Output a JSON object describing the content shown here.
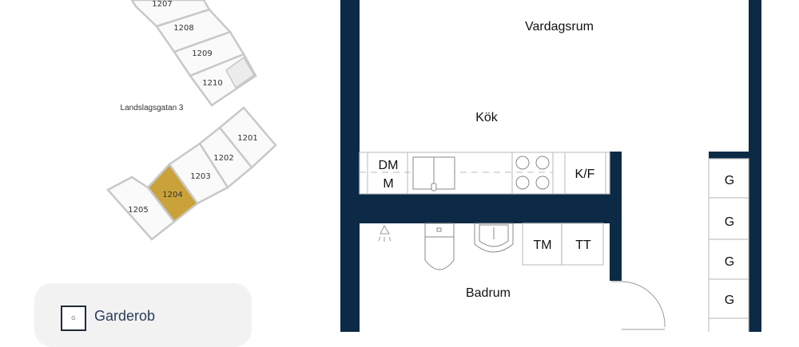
{
  "site_map": {
    "street_label": "Landslagsgatan 3",
    "selected_unit": "1204",
    "selected_color": "#c9a23a",
    "units": [
      {
        "id": "1207"
      },
      {
        "id": "1208"
      },
      {
        "id": "1209"
      },
      {
        "id": "1210"
      },
      {
        "id": "1201"
      },
      {
        "id": "1202"
      },
      {
        "id": "1203"
      },
      {
        "id": "1204"
      },
      {
        "id": "1205"
      }
    ]
  },
  "floor_plan": {
    "wall_color": "#0c2a45",
    "rooms": {
      "living": "Vardagsrum",
      "kitchen": "Kök",
      "bathroom": "Badrum"
    },
    "fixtures": {
      "dishwasher_line1": "DM",
      "dishwasher_line2": "M",
      "fridge_freezer": "K/F",
      "washer": "TM",
      "dryer": "TT",
      "wardrobe": [
        "G",
        "G",
        "G",
        "G"
      ]
    }
  },
  "legend": {
    "items": [
      {
        "icon_text": "G",
        "label": "Garderob"
      }
    ]
  }
}
